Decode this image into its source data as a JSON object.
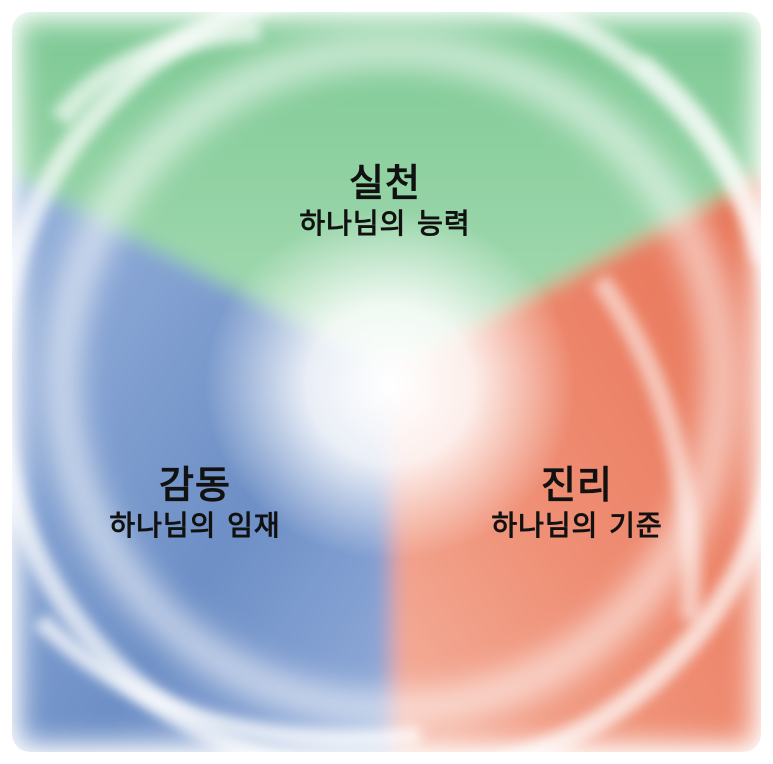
{
  "colors": {
    "green": "#5fb678",
    "red": "#e67a5f",
    "blue": "#5f85c0",
    "center": "#ffffff"
  },
  "segments": [
    {
      "title": "실천",
      "subtitle": "하나님의 능력",
      "color": "#5fb678"
    },
    {
      "title": "감동",
      "subtitle": "하나님의 임재",
      "color": "#5f85c0"
    },
    {
      "title": "진리",
      "subtitle": "하나님의 기준",
      "color": "#e67a5f"
    }
  ]
}
